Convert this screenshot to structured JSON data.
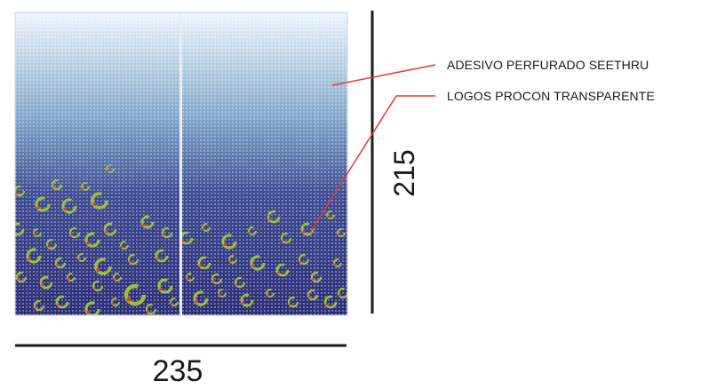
{
  "diagram": {
    "callouts": [
      {
        "text": "ADESIVO PERFURADO SEETHRU",
        "color": "#e53935"
      },
      {
        "text": "LOGOS PROCON TRANSPARENTE",
        "color": "#e53935"
      }
    ],
    "dimensions": {
      "width_label": "235",
      "height_label": "215"
    }
  },
  "colors": {
    "gradient_top": "#eef5fb",
    "gradient_mid": "#5c88b3",
    "gradient_bottom": "#2b2d77",
    "ring": "#9dbf3a",
    "ring_accent": "#e53935",
    "leader": "#e53935",
    "dimension_line": "#1a1a1a"
  },
  "icons": [
    "procon-ring-logo"
  ]
}
